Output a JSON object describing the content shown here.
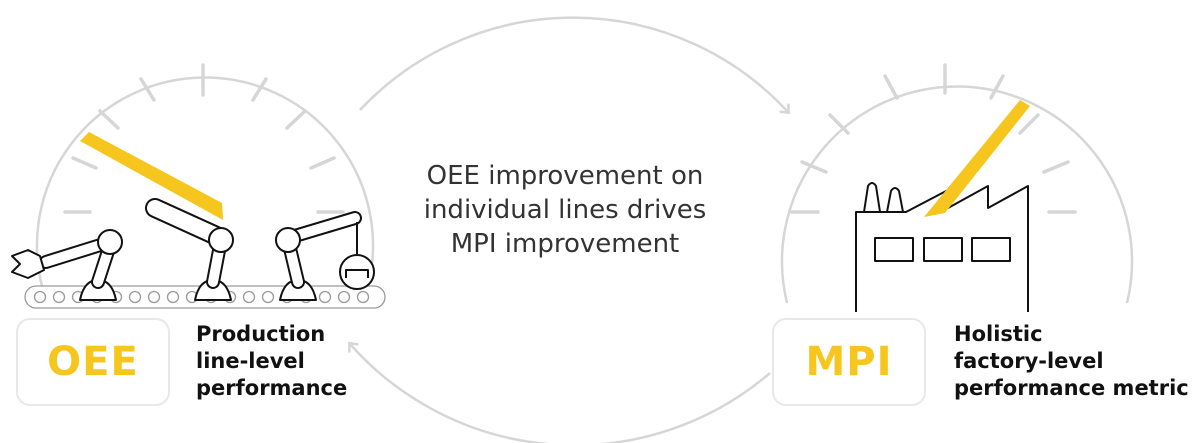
{
  "center": {
    "lines": [
      "OEE improvement on",
      "individual lines drives",
      "MPI improvement"
    ]
  },
  "oee": {
    "badge": "OEE",
    "caption": [
      "Production",
      "line-level",
      "performance"
    ]
  },
  "mpi": {
    "badge": "MPI",
    "caption": [
      "Holistic",
      "factory-level",
      "performance metric"
    ]
  },
  "colors": {
    "accent": "#f6c61e",
    "gauge": "#d6d6d6",
    "ink": "#111111",
    "text": "#333333",
    "badge_border": "#e8e8e8"
  },
  "icons": [
    "gauge-icon",
    "robot-arm-icon",
    "conveyor-belt-icon",
    "factory-icon",
    "cycle-arrow-icon"
  ]
}
